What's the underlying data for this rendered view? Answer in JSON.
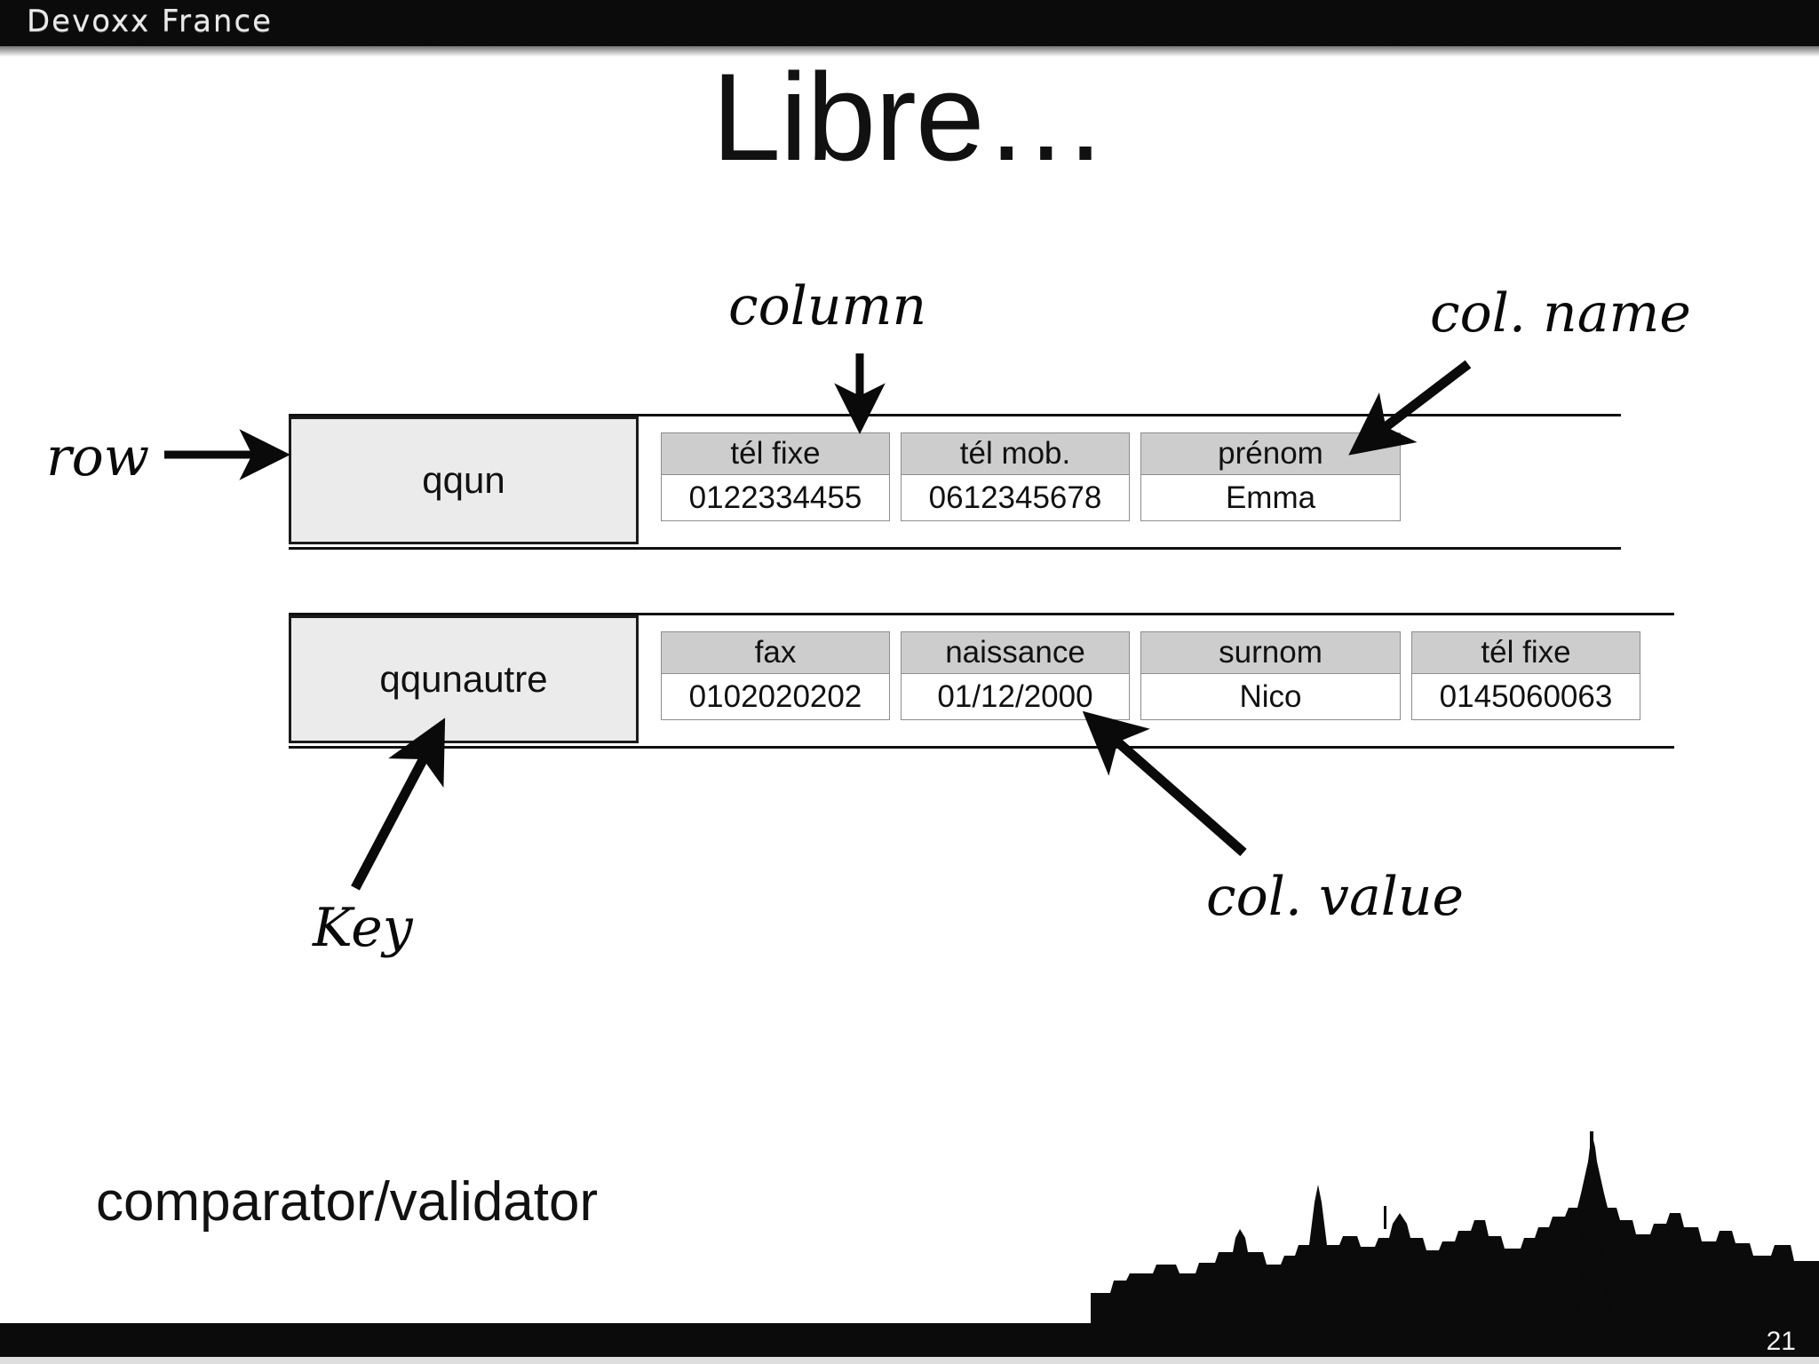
{
  "header": {
    "brand": "Devoxx France"
  },
  "title": "Libre…",
  "annotations": {
    "row": "row",
    "column": "column",
    "col_name": "col. name",
    "col_value": "col. value",
    "key": "Key"
  },
  "tables": [
    {
      "key": "qqun",
      "columns": [
        {
          "name": "tél fixe",
          "value": "0122334455"
        },
        {
          "name": "tél mob.",
          "value": "0612345678"
        },
        {
          "name": "prénom",
          "value": "Emma"
        }
      ]
    },
    {
      "key": "qqunautre",
      "columns": [
        {
          "name": "fax",
          "value": "0102020202"
        },
        {
          "name": "naissance",
          "value": "01/12/2000"
        },
        {
          "name": "surnom",
          "value": "Nico"
        },
        {
          "name": "tél fixe",
          "value": "0145060063"
        }
      ]
    }
  ],
  "footer": {
    "note": "comparator/validator",
    "page_number": "21"
  },
  "colors": {
    "bar": "#0b0b0b",
    "key_cell_fill": "#ebebeb",
    "col_header_fill": "#cdcdcd",
    "col_value_fill": "#ffffff",
    "text": "#111111"
  }
}
